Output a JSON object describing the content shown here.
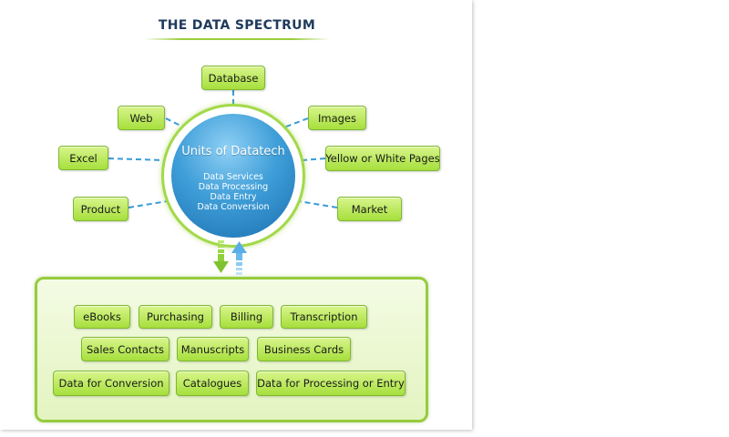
{
  "title": "THE DATA SPECTRUM",
  "hub": {
    "title": "Units of Datatech",
    "items": [
      "Data Services",
      "Data Processing",
      "Data Entry",
      "Data Conversion"
    ]
  },
  "nodes": {
    "database": "Database",
    "web": "Web",
    "images": "Images",
    "excel": "Excel",
    "yellow_white_pages": "Yellow or White Pages",
    "product": "Product",
    "market": "Market"
  },
  "categories": [
    [
      "eBooks",
      "Purchasing",
      "Billing",
      "Transcription"
    ],
    [
      "Sales Contacts",
      "Manuscripts",
      "Business Cards"
    ],
    [
      "Data for Conversion",
      "Catalogues",
      "Data for Processing or Entry"
    ]
  ],
  "colors": {
    "pill_fill": "#b5e64f",
    "pill_border": "#7fb734",
    "hub_blue": "#2f8fd0",
    "title_navy": "#1f3b5c",
    "link_blue": "#3a9ad9",
    "down_arrow_green": "#8fd13c",
    "up_arrow_blue": "#6ab8ec"
  }
}
